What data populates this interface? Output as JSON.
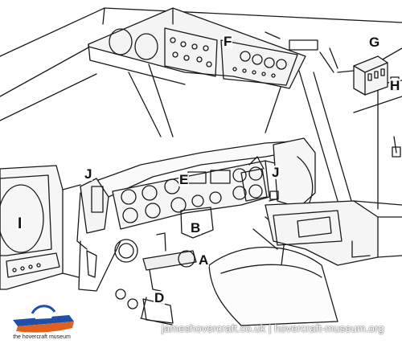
{
  "callouts": {
    "A": "A",
    "B": "B",
    "D": "D",
    "E": "E",
    "F": "F",
    "G": "G",
    "H": "H",
    "I": "I",
    "J_left": "J",
    "J_right": "J"
  },
  "footer": {
    "site_links": "jameshovercraft.co.uk | hovercraft-museum.org",
    "logo_text": "the hovercraft museum"
  },
  "colors": {
    "line": "#1a1a1a",
    "logo_blue": "#1f4fa8",
    "logo_orange": "#e0601e"
  }
}
